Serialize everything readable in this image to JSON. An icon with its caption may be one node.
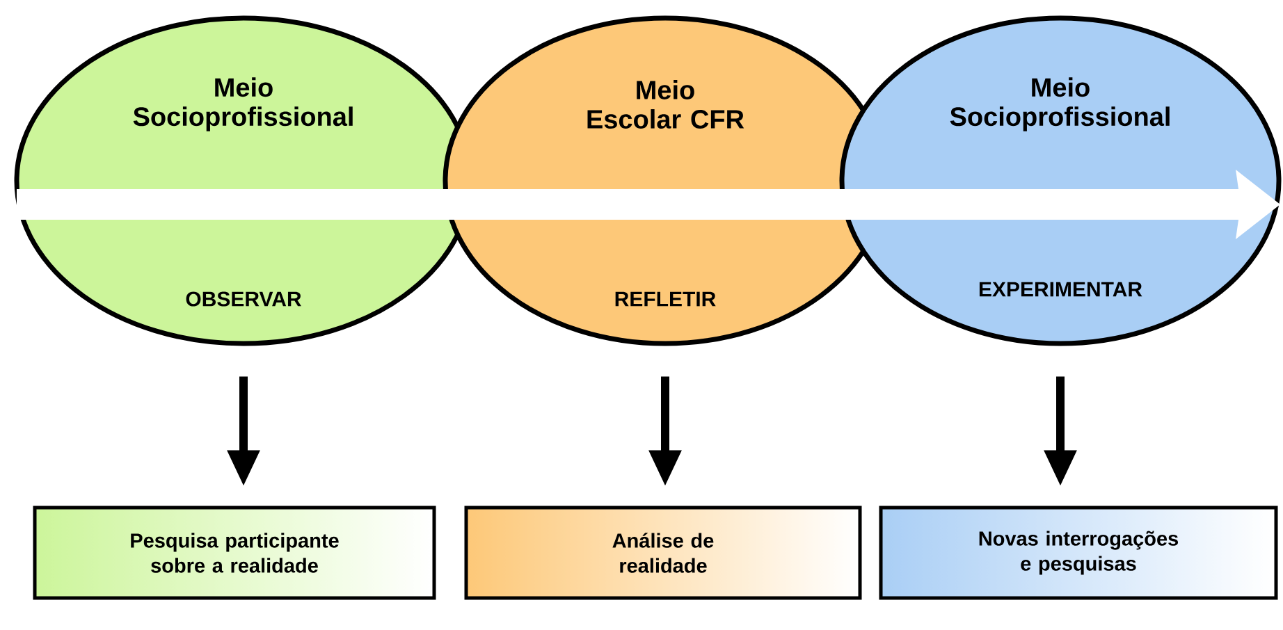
{
  "diagram": {
    "nodes": [
      {
        "text": [
          "Meio Socioprofissional",
          "OBSERVAR"
        ]
      },
      {
        "text": [
          "Meio Escolar CFR",
          "REFLETIR"
        ]
      },
      {
        "text": [
          "Meio Socioprofissional",
          "EXPERIMENTAR"
        ]
      },
      {
        "text": [
          "Pesquisa participante sobre a realidade"
        ]
      },
      {
        "text": [
          "Análise de realidade"
        ]
      },
      {
        "text": [
          "Novas interrogações e pesquisas"
        ]
      }
    ],
    "edges": [
      {
        "from": 0,
        "to": 3,
        "arrow": "to"
      },
      {
        "from": 1,
        "to": 4,
        "arrow": "to"
      },
      {
        "from": 2,
        "to": 5,
        "arrow": "to"
      }
    ]
  }
}
